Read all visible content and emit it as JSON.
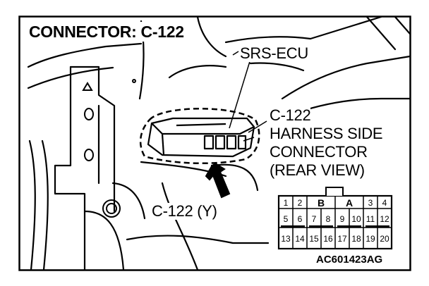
{
  "title": "CONNECTOR: C-122",
  "labels": {
    "srs_ecu": "SRS-ECU",
    "harness_line1": "C-122",
    "harness_line2": "HARNESS SIDE",
    "harness_line3": "CONNECTOR",
    "harness_line4": "(REAR VIEW)",
    "connector_color": "C-122 (Y)"
  },
  "pinout": {
    "row1": [
      "1",
      "2",
      "B",
      "A",
      "3",
      "4"
    ],
    "row2": [
      "5",
      "6",
      "7",
      "8",
      "9",
      "10",
      "11",
      "12"
    ],
    "row3": [
      "13",
      "14",
      "15",
      "16",
      "17",
      "18",
      "19",
      "20"
    ]
  },
  "figure_code": "AC601423AG"
}
